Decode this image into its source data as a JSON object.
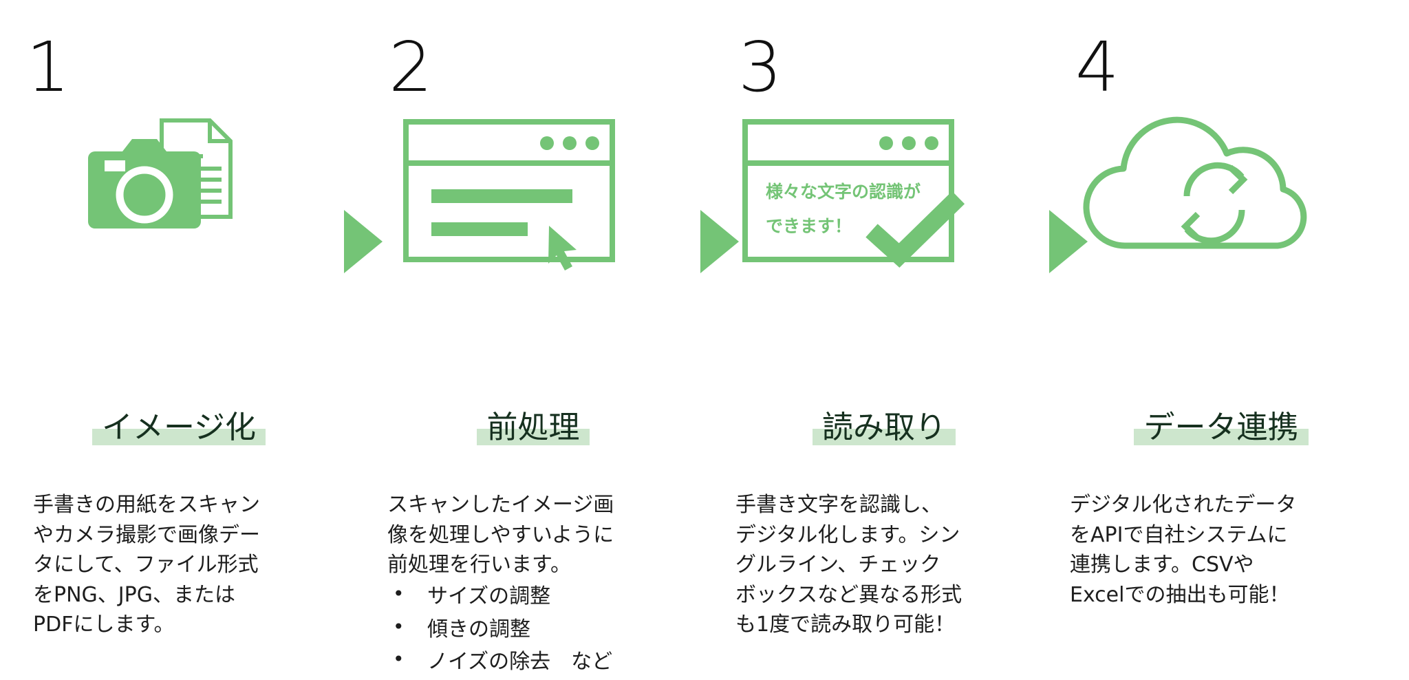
{
  "meta": {
    "accent_green": "#74c476",
    "highlight_green": "#cde6cd",
    "text_color": "#1d1d1d",
    "background": "#ffffff"
  },
  "steps": [
    {
      "number": "1",
      "icon": "camera-and-document-icon",
      "heading": "イメージ化",
      "body": "手書きの用紙をスキャン\nやカメラ撮影で画像デー\nタにして、ファイル形式\nをPNG、JPG、または\nPDFにします。",
      "bullets": []
    },
    {
      "number": "2",
      "icon": "browser-window-with-cursor-icon",
      "heading": "前処理",
      "body": "スキャンしたイメージ画\n像を処理しやすいように\n前処理を行います。",
      "bullets": [
        "サイズの調整",
        "傾きの調整",
        "ノイズの除去　など"
      ]
    },
    {
      "number": "3",
      "icon": "browser-window-with-checkmark-icon",
      "icon_caption_line1": "様々な文字の認識が",
      "icon_caption_line2": "できます！",
      "heading": "読み取り",
      "body": "手書き文字を認識し、\nデジタル化します。シン\nグルライン、チェック\nボックスなど異なる形式\nも1度で読み取り可能！",
      "bullets": []
    },
    {
      "number": "4",
      "icon": "cloud-sync-icon",
      "heading": "データ連携",
      "body": "デジタル化されたデータ\nをAPIで自社システムに\n連携します。CSVや\nExcelでの抽出も可能！",
      "bullets": []
    }
  ],
  "arrows": [
    {
      "name": "arrow-step1-to-step2"
    },
    {
      "name": "arrow-step2-to-step3"
    },
    {
      "name": "arrow-step3-to-step4"
    }
  ]
}
